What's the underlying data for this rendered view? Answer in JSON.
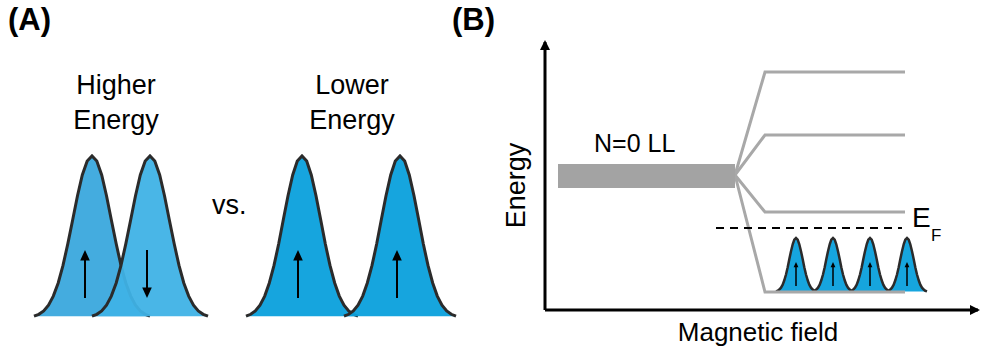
{
  "diagram": {
    "nodes": [
      {
        "text": [
          "N=0 LL"
        ]
      }
    ],
    "labels": [
      "(A)",
      "Higher Energy",
      "vs.",
      "Lower Energy",
      "(B)",
      "Energy",
      "E",
      "F",
      "Magnetic field"
    ]
  }
}
